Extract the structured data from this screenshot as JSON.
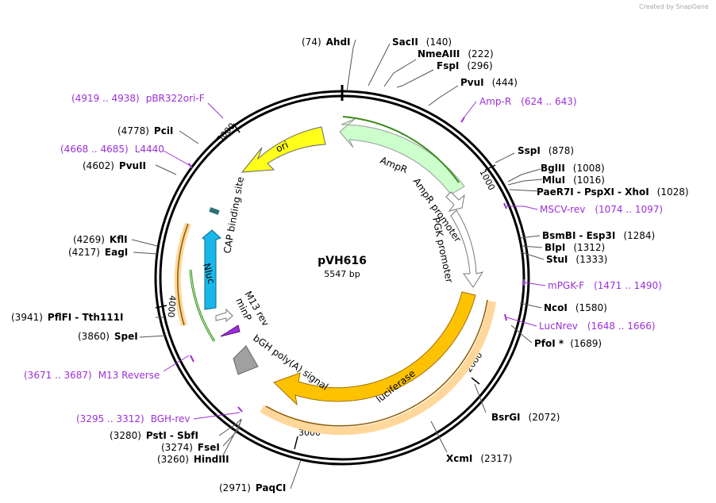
{
  "credit": "Created by SnapGene",
  "plasmid": {
    "name": "pVH616",
    "size_label": "5547 bp",
    "length": 5547
  },
  "colors": {
    "primer": "#9b30d9",
    "ori": "#ffff1a",
    "ampr": "#ccffcc",
    "luciferase": "#ffc200",
    "nluc": "#17b8e8",
    "polyA": "#a0a0a0",
    "cap": "#2e6e78",
    "minp": "#9b30d9"
  },
  "ticks": [
    "1000",
    "2000",
    "3000",
    "4000",
    "5000"
  ],
  "enzymes": [
    {
      "id": "ahdi",
      "name": "AhdI",
      "pos": "(74)"
    },
    {
      "id": "sacii",
      "name": "SacII",
      "pos": "(140)"
    },
    {
      "id": "nmeaiii",
      "name": "NmeAIII",
      "pos": "(222)"
    },
    {
      "id": "fspi",
      "name": "FspI",
      "pos": "(296)"
    },
    {
      "id": "pvui",
      "name": "PvuI",
      "pos": "(444)"
    },
    {
      "id": "sspi",
      "name": "SspI",
      "pos": "(878)"
    },
    {
      "id": "bglii",
      "name": "BglII",
      "pos": "(1008)"
    },
    {
      "id": "mlui",
      "name": "MluI",
      "pos": "(1016)"
    },
    {
      "id": "paer7i",
      "name": "PaeR7I",
      "name2": "PspXI",
      "name3": "XhoI",
      "pos": "(1028)"
    },
    {
      "id": "bsmbi",
      "name": "BsmBI",
      "name2": "Esp3I",
      "pos": "(1284)"
    },
    {
      "id": "blpi",
      "name": "BlpI",
      "pos": "(1312)"
    },
    {
      "id": "stui",
      "name": "StuI",
      "pos": "(1333)"
    },
    {
      "id": "ncoi",
      "name": "NcoI",
      "pos": "(1580)"
    },
    {
      "id": "pfoi",
      "name": "PfoI *",
      "pos": "(1689)"
    },
    {
      "id": "bsrgi",
      "name": "BsrGI",
      "pos": "(2072)"
    },
    {
      "id": "xcmi",
      "name": "XcmI",
      "pos": "(2317)"
    },
    {
      "id": "paqci",
      "name": "PaqCI",
      "pos": "(2971)"
    },
    {
      "id": "hindiii",
      "name": "HindIII",
      "pos": "(3260)"
    },
    {
      "id": "fsei",
      "name": "FseI",
      "pos": "(3274)"
    },
    {
      "id": "psti",
      "name": "PstI",
      "name2": "SbfI",
      "pos": "(3280)"
    },
    {
      "id": "spei",
      "name": "SpeI",
      "pos": "(3860)"
    },
    {
      "id": "pflfi",
      "name": "PflFI",
      "name2": "Tth111I",
      "pos": "(3941)"
    },
    {
      "id": "eagi",
      "name": "EagI",
      "pos": "(4217)"
    },
    {
      "id": "kfli",
      "name": "KflI",
      "pos": "(4269)"
    },
    {
      "id": "pvuii",
      "name": "PvuII",
      "pos": "(4602)"
    },
    {
      "id": "pcii",
      "name": "PciI",
      "pos": "(4778)"
    }
  ],
  "primers": [
    {
      "id": "amp-r",
      "name": "Amp-R",
      "range": "(624 .. 643)"
    },
    {
      "id": "mscv-rev",
      "name": "MSCV-rev",
      "range": "(1074 .. 1097)"
    },
    {
      "id": "mpgk-f",
      "name": "mPGK-F",
      "range": "(1471 .. 1490)"
    },
    {
      "id": "lucnrev",
      "name": "LucNrev",
      "range": "(1648 .. 1666)"
    },
    {
      "id": "bgh-rev",
      "name": "BGH-rev",
      "range": "(3295 .. 3312)"
    },
    {
      "id": "m13-reverse",
      "name": "M13 Reverse",
      "range": "(3671 .. 3687)"
    },
    {
      "id": "l4440",
      "name": "L4440",
      "range": "(4668 .. 4685)"
    },
    {
      "id": "pbr322ori-f",
      "name": "pBR322ori-F",
      "range": "(4919 .. 4938)"
    }
  ],
  "features": {
    "ori": "ori",
    "ampr_outer": "AmpR",
    "ampr_promoter": "AmpR promoter",
    "pgk_promoter": "PGK promoter",
    "luciferase": "luciferase",
    "bgh": "bGH poly(A) signal",
    "m13_rev": "M13 rev",
    "minp": "minP",
    "nluc": "Nluc",
    "cap": "CAP binding site"
  }
}
